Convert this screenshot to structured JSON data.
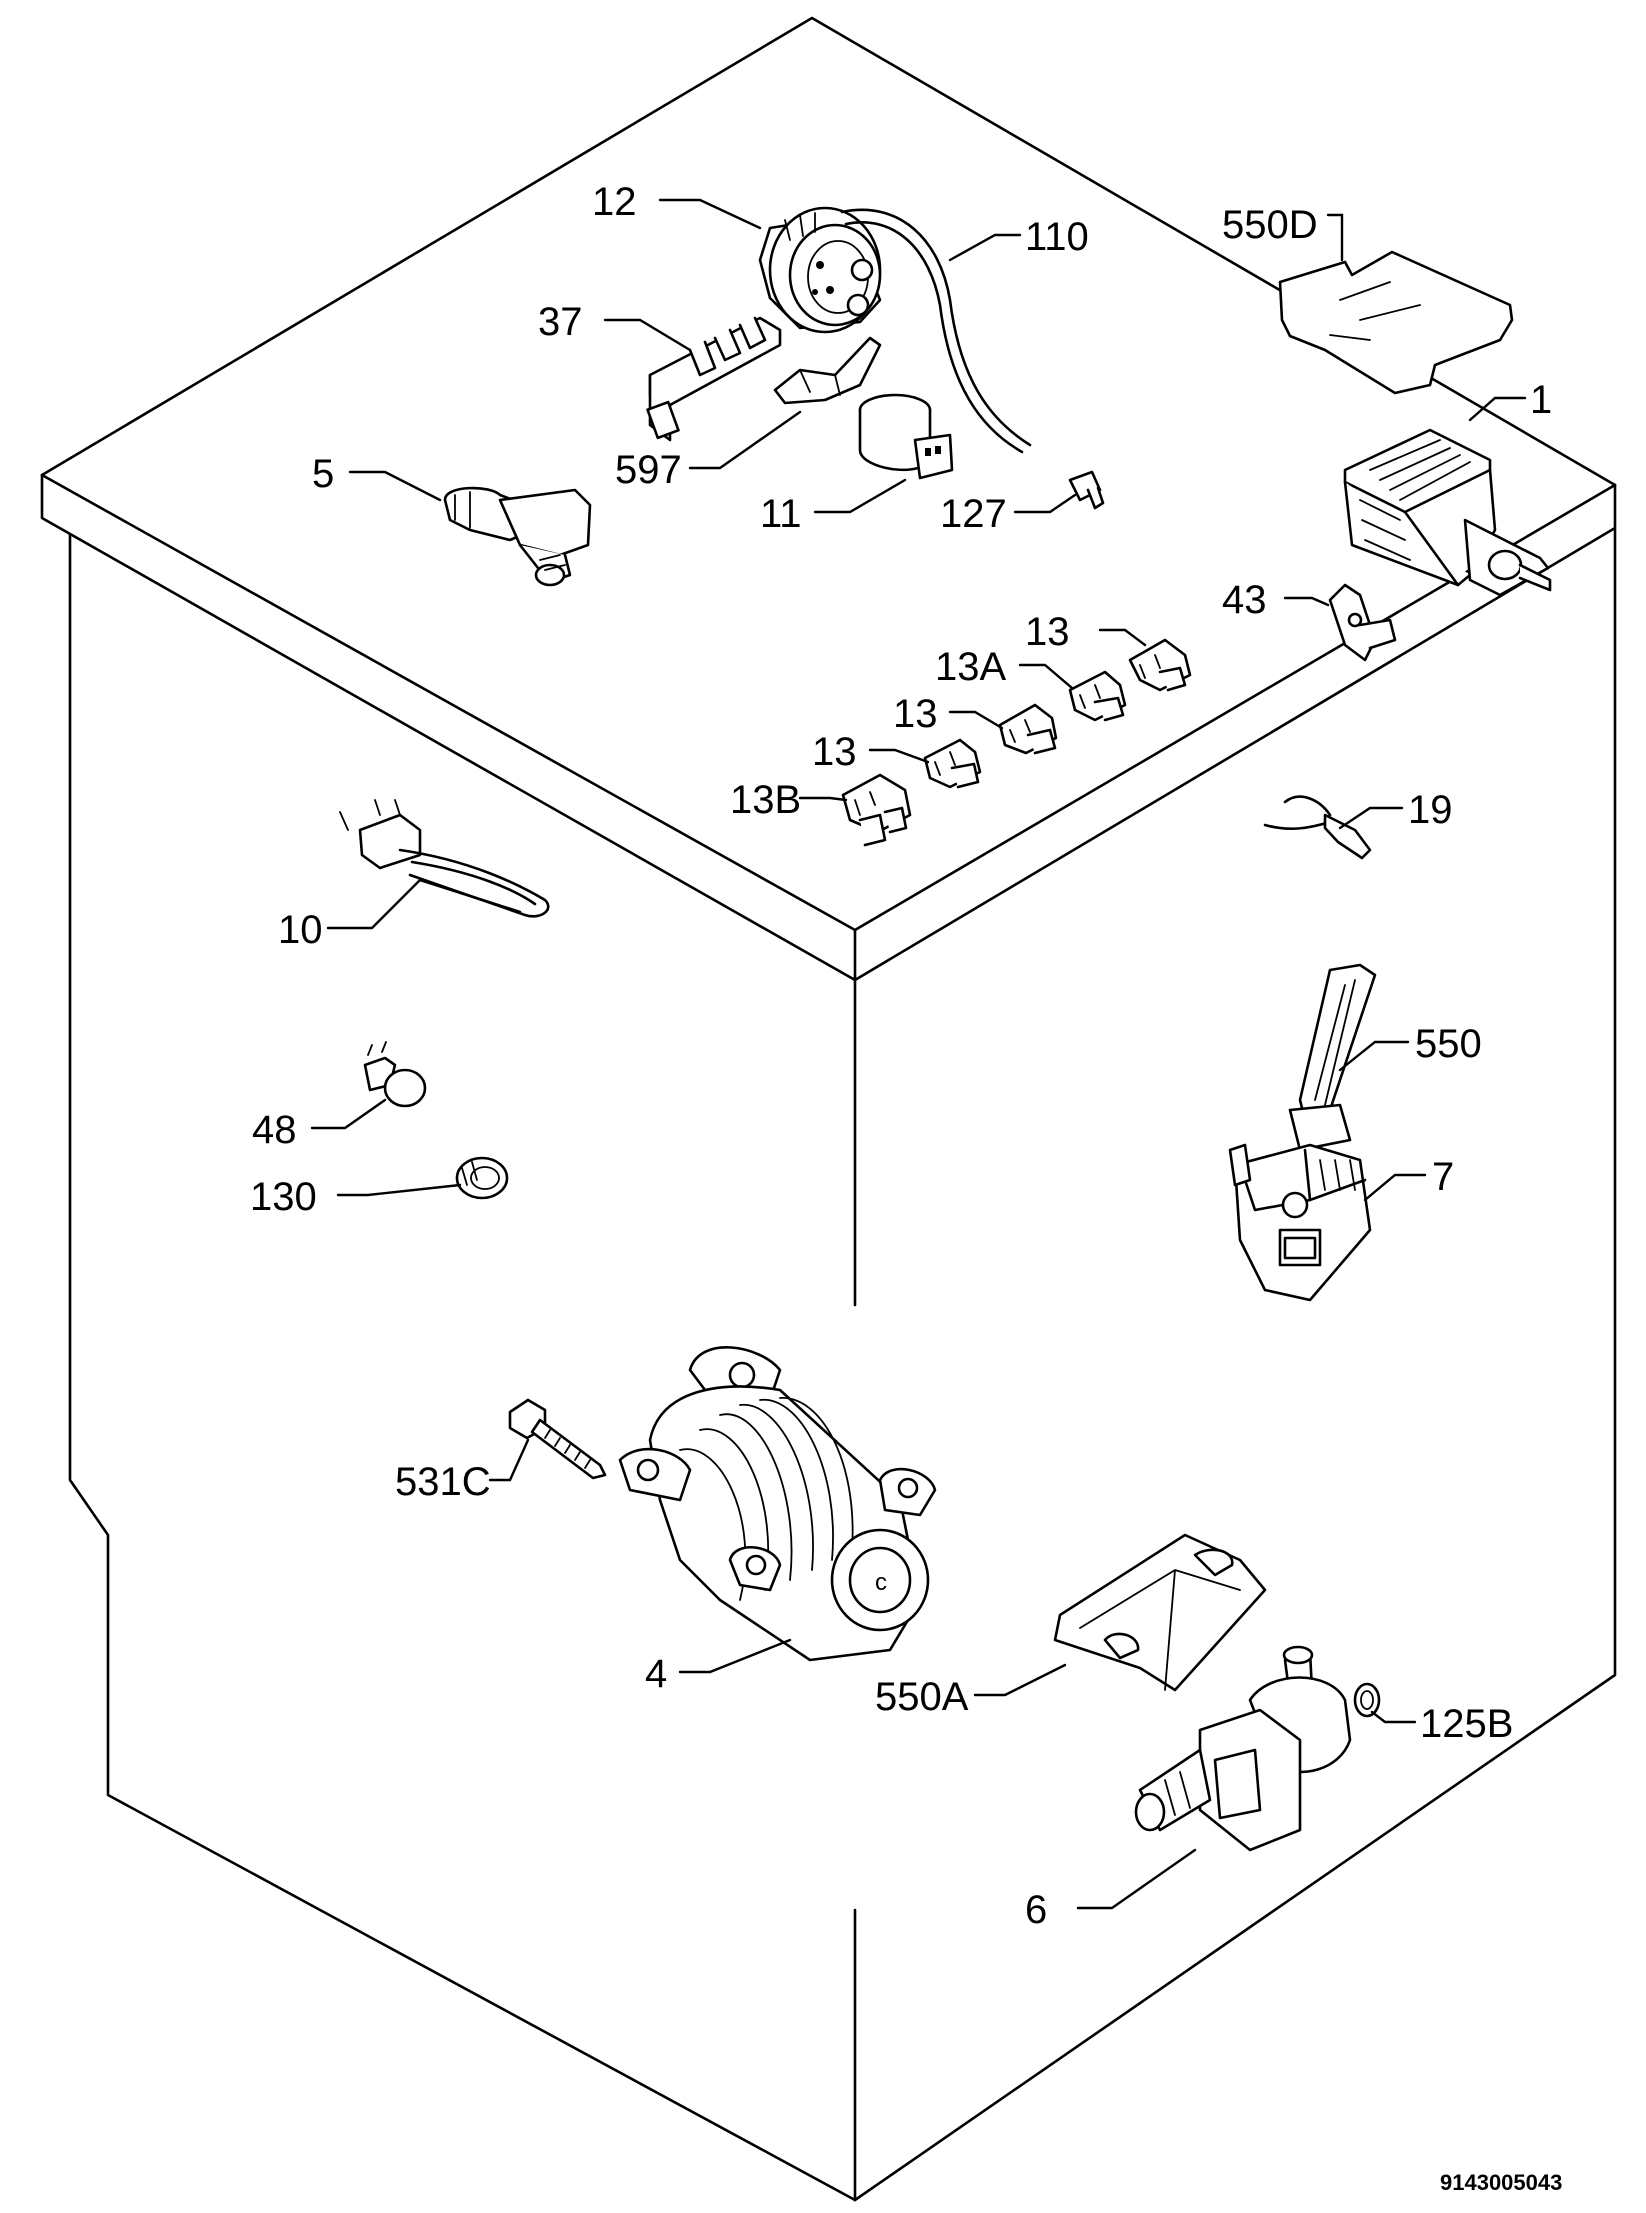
{
  "diagram": {
    "reference_number": "9143005043",
    "parts": [
      {
        "id": "p1",
        "label": "1"
      },
      {
        "id": "p4",
        "label": "4"
      },
      {
        "id": "p5",
        "label": "5"
      },
      {
        "id": "p6",
        "label": "6"
      },
      {
        "id": "p7",
        "label": "7"
      },
      {
        "id": "p10",
        "label": "10"
      },
      {
        "id": "p11",
        "label": "11"
      },
      {
        "id": "p12",
        "label": "12"
      },
      {
        "id": "p13a",
        "label": "13"
      },
      {
        "id": "p13b",
        "label": "13"
      },
      {
        "id": "p13c",
        "label": "13"
      },
      {
        "id": "p13A",
        "label": "13A"
      },
      {
        "id": "p13B",
        "label": "13B"
      },
      {
        "id": "p19",
        "label": "19"
      },
      {
        "id": "p37",
        "label": "37"
      },
      {
        "id": "p43",
        "label": "43"
      },
      {
        "id": "p48",
        "label": "48"
      },
      {
        "id": "p110",
        "label": "110"
      },
      {
        "id": "p125B",
        "label": "125B"
      },
      {
        "id": "p127",
        "label": "127"
      },
      {
        "id": "p130",
        "label": "130"
      },
      {
        "id": "p531C",
        "label": "531C"
      },
      {
        "id": "p550",
        "label": "550"
      },
      {
        "id": "p550A",
        "label": "550A"
      },
      {
        "id": "p550D",
        "label": "550D"
      },
      {
        "id": "p597",
        "label": "597"
      }
    ]
  }
}
